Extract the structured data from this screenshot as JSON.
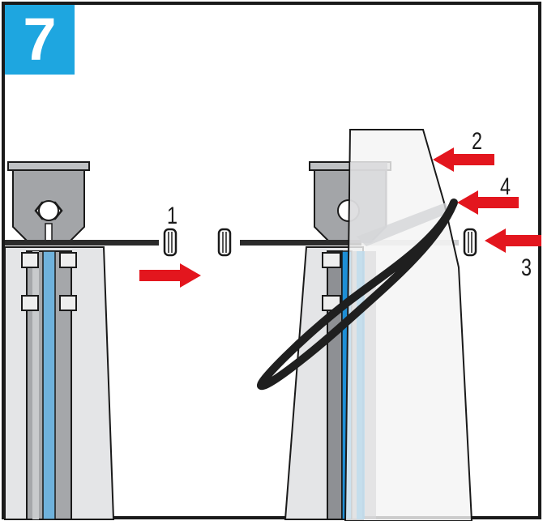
{
  "step": {
    "number": "7"
  },
  "callouts": [
    {
      "id": "1",
      "label": "1"
    },
    {
      "id": "2",
      "label": "2"
    },
    {
      "id": "3",
      "label": "3"
    },
    {
      "id": "4",
      "label": "4"
    }
  ],
  "colors": {
    "badge": "#1ea6e0",
    "arrow": "#e3161e",
    "pipe": "#6fb2dc",
    "hose": "#1f1f1f",
    "frame": "#1a1a1a"
  },
  "icons": [
    "arrow-right-icon",
    "arrow-left-icon"
  ]
}
